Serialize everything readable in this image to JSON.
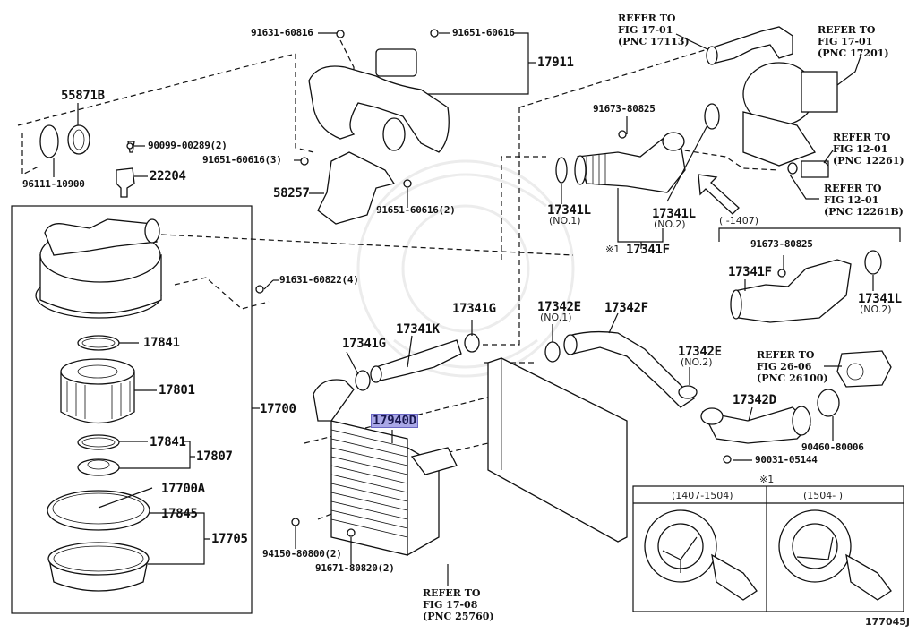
{
  "figure_code": "177045J",
  "highlighted_part": "17940D",
  "top_group": {
    "bolt_left": "91631-60816",
    "bolt_right": "91651-60616",
    "assembly": "17911"
  },
  "left_clamp": {
    "ring": "55871B",
    "clamp": "96111-10900"
  },
  "sensor": {
    "screw": "90099-00289(2)",
    "sensor": "22204"
  },
  "duct": {
    "bolt_a": "91651-60616(3)",
    "duct": "58257",
    "bolt_b": "91651-60616(2)"
  },
  "air_cleaner": {
    "bolt": "91631-60822(4)",
    "assembly": "17700",
    "gasket_upper": "17841",
    "element": "17801",
    "gasket_lower": "17841",
    "valve_assy": "17807",
    "clip": "17700A",
    "cap": "17845",
    "cap_assy": "17705"
  },
  "intercooler": {
    "part": "17940D",
    "nut": "94150-80800(2)",
    "bolt": "91671-80820(2)",
    "refer": "REFER TO\nFIG 17-08\n(PNC 25760)"
  },
  "hoses": {
    "clamp_g_left": "17341G",
    "hose_k": "17341K",
    "clamp_g_right": "17341G",
    "clamp_e1": "17342E",
    "clamp_e1_note": "(NO.1)",
    "hose_f": "17342F",
    "clamp_e2": "17342E",
    "clamp_e2_note": "(NO.2)",
    "pipe_d": "17342D",
    "clamp_d": "90460-80006",
    "bolt_d": "90031-05144",
    "refer_throttle": "REFER TO\nFIG 26-06\n(PNC 26100)"
  },
  "turbo_area": {
    "refer_17113": "REFER TO\nFIG 17-01\n(PNC 17113)",
    "refer_17201": "REFER TO\nFIG 17-01\n(PNC 17201)",
    "refer_12261": "REFER TO\nFIG 12-01\n(PNC 12261)",
    "refer_12261b": "REFER TO\nFIG 12-01\n(PNC 12261B)",
    "bolt": "91673-80825",
    "clamp_no1": "17341L",
    "clamp_no1_note": "(NO.1)",
    "clamp_no2": "17341L",
    "clamp_no2_note": "(NO.2)",
    "hose_mark": "※1",
    "hose": "17341F"
  },
  "variant_box": {
    "range_label": "(     -1407)",
    "bolt": "91673-80825",
    "hose": "17341F",
    "clamp": "17341L",
    "clamp_note": "(NO.2)"
  },
  "detail_table": {
    "mark": "※1",
    "columns": [
      "(1407-1504)",
      "(1504-      )"
    ]
  }
}
